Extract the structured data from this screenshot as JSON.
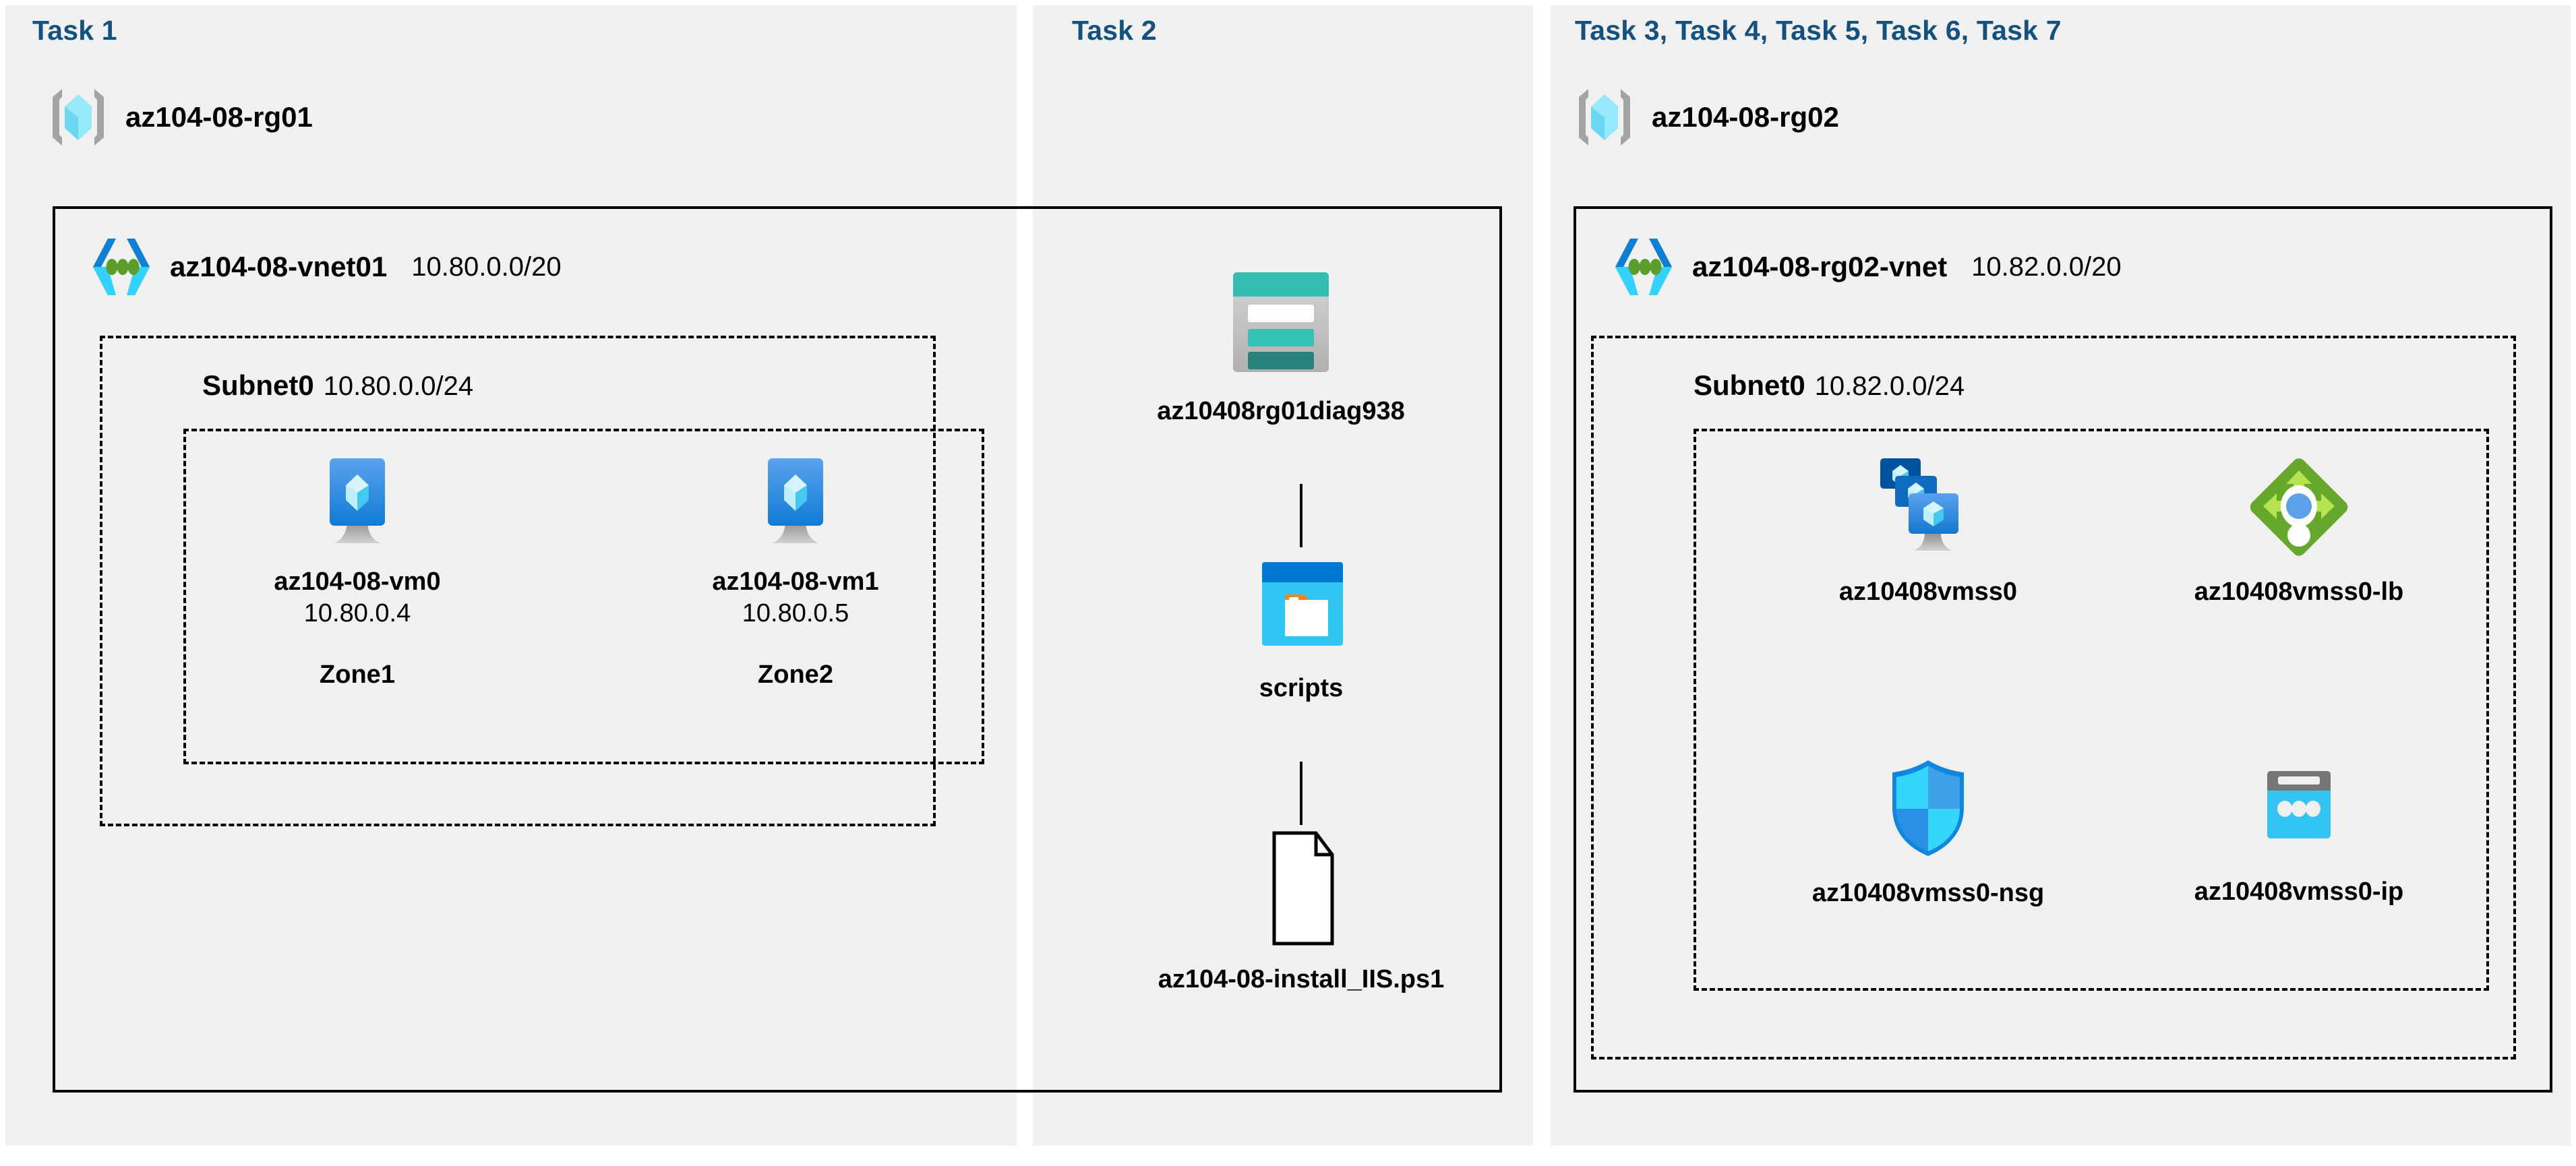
{
  "diagram": {
    "title_color": "#15517f",
    "panel_bg": "#f1f1f1"
  },
  "panels": [
    {
      "task_label": "Task 1"
    },
    {
      "task_label": "Task 2"
    },
    {
      "task_label": "Task 3, Task 4, Task 5, Task 6, Task 7"
    }
  ],
  "task1": {
    "resource_group": {
      "name": "az104-08-rg01",
      "icon": "resource-group-icon"
    },
    "vnet": {
      "name": "az104-08-vnet01",
      "cidr": "10.80.0.0/20",
      "icon": "virtual-network-icon"
    },
    "subnet": {
      "name": "Subnet0",
      "cidr": "10.80.0.0/24"
    },
    "vms": [
      {
        "name": "az104-08-vm0",
        "ip": "10.80.0.4",
        "zone": "Zone1",
        "icon": "virtual-machine-icon"
      },
      {
        "name": "az104-08-vm1",
        "ip": "10.80.0.5",
        "zone": "Zone2",
        "icon": "virtual-machine-icon"
      }
    ]
  },
  "task2": {
    "storage_account": {
      "name": "az10408rg01diag938",
      "icon": "storage-account-icon"
    },
    "container": {
      "name": "scripts",
      "icon": "blob-container-icon"
    },
    "file": {
      "name": "az104-08-install_IIS.ps1",
      "icon": "file-icon"
    }
  },
  "task3to7": {
    "resource_group": {
      "name": "az104-08-rg02",
      "icon": "resource-group-icon"
    },
    "vnet": {
      "name": "az104-08-rg02-vnet",
      "cidr": "10.82.0.0/20",
      "icon": "virtual-network-icon"
    },
    "subnet": {
      "name": "Subnet0",
      "cidr": "10.82.0.0/24"
    },
    "resources": [
      {
        "name": "az10408vmss0",
        "icon": "vm-scale-set-icon"
      },
      {
        "name": "az10408vmss0-lb",
        "icon": "load-balancer-icon"
      },
      {
        "name": "az10408vmss0-nsg",
        "icon": "network-security-group-icon"
      },
      {
        "name": "az10408vmss0-ip",
        "icon": "public-ip-address-icon"
      }
    ]
  }
}
